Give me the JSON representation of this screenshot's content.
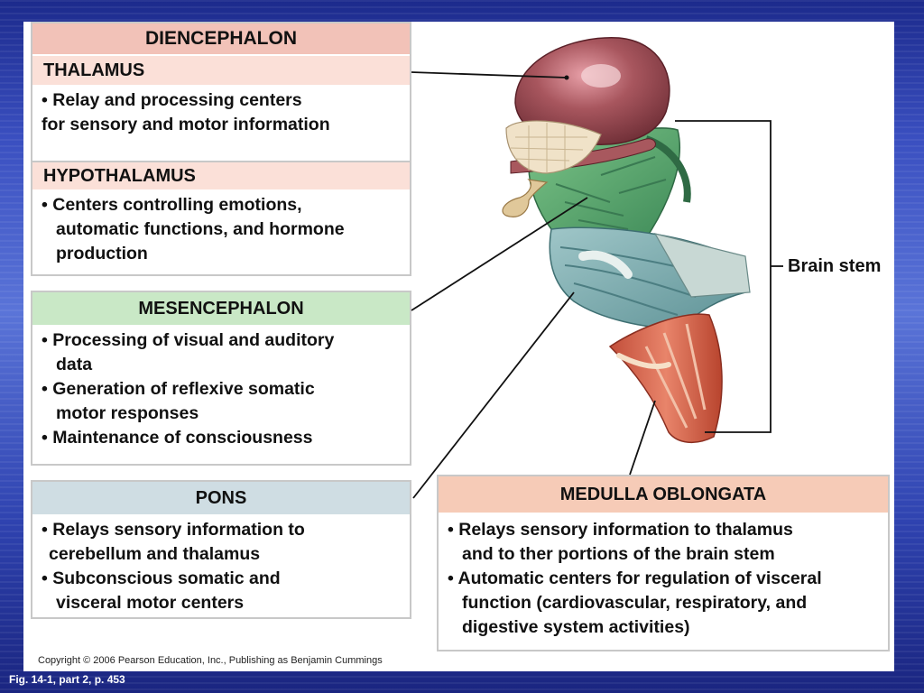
{
  "diencephalon": {
    "title": "DIENCEPHALON",
    "thalamus": {
      "title": "THALAMUS",
      "bullets": [
        "Relay and processing centers",
        "for sensory and motor information"
      ]
    },
    "hypothalamus": {
      "title": "HYPOTHALAMUS",
      "bullets": [
        "Centers controlling emotions,",
        "automatic functions, and hormone",
        "production"
      ]
    }
  },
  "mesencephalon": {
    "title": "MESENCEPHALON",
    "bullets": [
      "Processing of visual and auditory",
      "data",
      "Generation of reflexive somatic",
      "motor responses",
      "Maintenance of consciousness"
    ]
  },
  "pons": {
    "title": "PONS",
    "bullets": [
      "Relays sensory information to",
      "cerebellum and thalamus",
      "Subconscious somatic and",
      "visceral motor centers"
    ]
  },
  "medulla": {
    "title": "MEDULLA OBLONGATA",
    "bullets": [
      "Relays sensory information to thalamus",
      "and to ther portions of the brain stem",
      "Automatic centers for regulation of visceral",
      "function (cardiovascular, respiratory, and",
      "digestive system activities)"
    ]
  },
  "brain_stem_label": "Brain stem",
  "copyright": "Copyright © 2006 Pearson Education, Inc., Publishing as Benjamin Cummings",
  "figure_ref": "Fig. 14-1, part 2, p. 453",
  "colors": {
    "diencephalon_header": "#f2c2b8",
    "thalamus_header": "#fbe0d8",
    "mesencephalon_header": "#c9e8c6",
    "pons_header": "#cfdde3",
    "medulla_header": "#f6cbb7",
    "background": "#2f43b0"
  }
}
